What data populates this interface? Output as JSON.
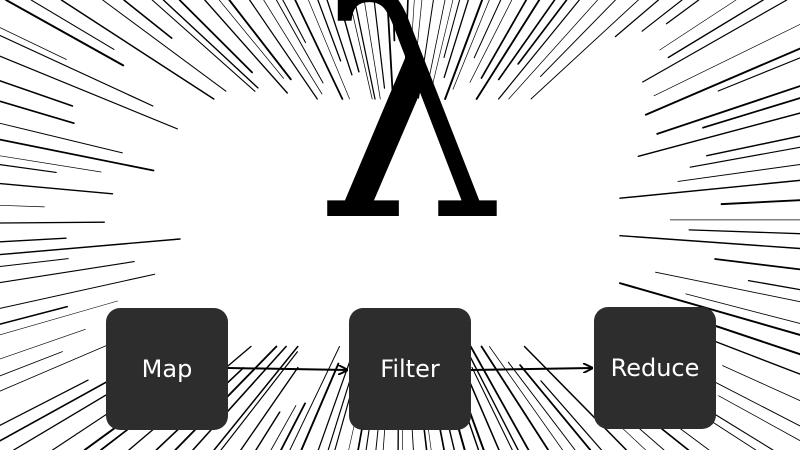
{
  "diagram": {
    "symbol": "λ",
    "nodes": [
      {
        "id": "map",
        "label": "Map"
      },
      {
        "id": "filter",
        "label": "Filter"
      },
      {
        "id": "reduce",
        "label": "Reduce"
      }
    ],
    "edges": [
      {
        "from": "map",
        "to": "filter"
      },
      {
        "from": "filter",
        "to": "reduce"
      }
    ],
    "colors": {
      "background": "#ffffff",
      "node_fill": "#2d2d2d",
      "node_text": "#ffffff",
      "arrow": "#000000",
      "rays": "#000000",
      "symbol": "#000000"
    }
  }
}
